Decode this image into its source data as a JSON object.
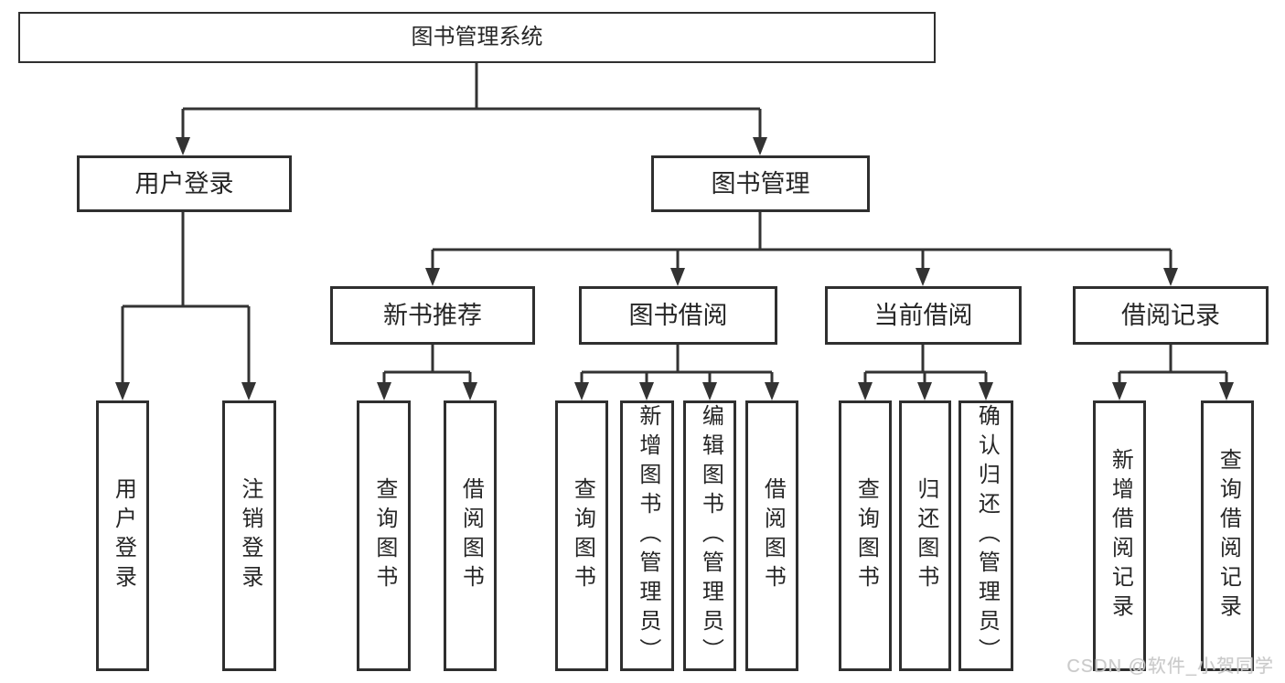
{
  "tree": {
    "root": "图书管理系统",
    "branches": [
      {
        "label": "用户登录",
        "children": [
          "用户登录",
          "注销登录"
        ]
      },
      {
        "label": "图书管理",
        "groups": [
          {
            "label": "新书推荐",
            "children": [
              "查询图书",
              "借阅图书"
            ]
          },
          {
            "label": "图书借阅",
            "children": [
              "查询图书",
              "新增图书（管理员）",
              "编辑图书（管理员）",
              "借阅图书"
            ]
          },
          {
            "label": "当前借阅",
            "children": [
              "查询图书",
              "归还图书",
              "确认归还（管理员）"
            ]
          },
          {
            "label": "借阅记录",
            "children": [
              "新增借阅记录",
              "查询借阅记录"
            ]
          }
        ]
      }
    ]
  },
  "watermark": "CSDN @软件_小贺同学",
  "colors": {
    "line": "#333333",
    "box_border": "#2f2f2f",
    "box_background": "#ffffff",
    "text": "#262626",
    "watermark": "#c8c8c8"
  }
}
